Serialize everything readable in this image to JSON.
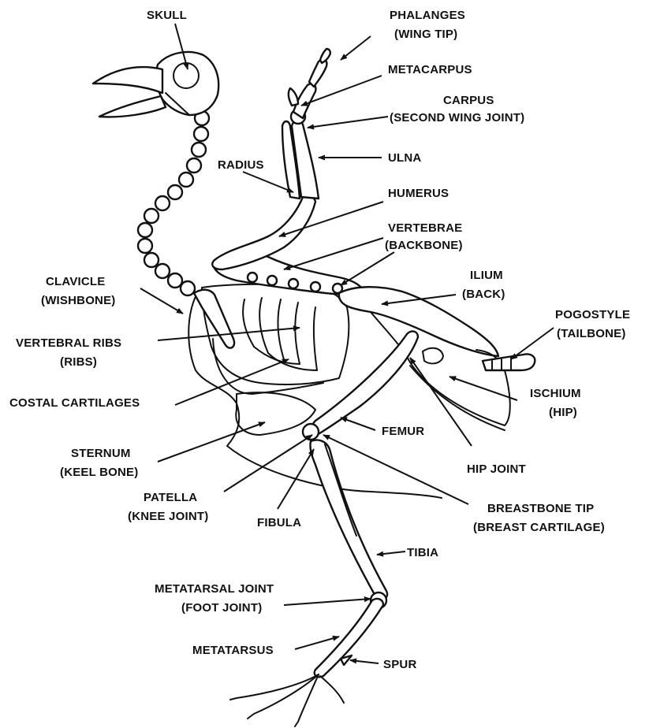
{
  "colors": {
    "ink": "#111111",
    "paper": "#ffffff"
  },
  "labels": {
    "skull": "SKULL",
    "phalanges": [
      "PHALANGES",
      "(WING TIP)"
    ],
    "metacarpus": "METACARPUS",
    "carpus": [
      "CARPUS",
      "(SECOND WING JOINT)"
    ],
    "ulna": "ULNA",
    "radius": "RADIUS",
    "humerus": "HUMERUS",
    "vertebrae": [
      "VERTEBRAE",
      "(BACKBONE)"
    ],
    "ilium": [
      "ILIUM",
      "(BACK)"
    ],
    "clavicle": [
      "CLAVICLE",
      "(WISHBONE)"
    ],
    "pogostyle": [
      "POGOSTYLE",
      "(TAILBONE)"
    ],
    "vertebral_ribs": [
      "VERTEBRAL RIBS",
      "(RIBS)"
    ],
    "ischium": [
      "ISCHIUM",
      "(HIP)"
    ],
    "costal_cartilages": "COSTAL CARTILAGES",
    "femur": "FEMUR",
    "sternum": [
      "STERNUM",
      "(KEEL BONE)"
    ],
    "hip_joint": "HIP JOINT",
    "patella": [
      "PATELLA",
      "(KNEE JOINT)"
    ],
    "fibula": "FIBULA",
    "breastbone_tip": [
      "BREASTBONE TIP",
      "(BREAST CARTILAGE)"
    ],
    "tibia": "TIBIA",
    "metatarsal_joint": [
      "METATARSAL JOINT",
      "(FOOT JOINT)"
    ],
    "metatarsus": "METATARSUS",
    "spur": "SPUR"
  }
}
